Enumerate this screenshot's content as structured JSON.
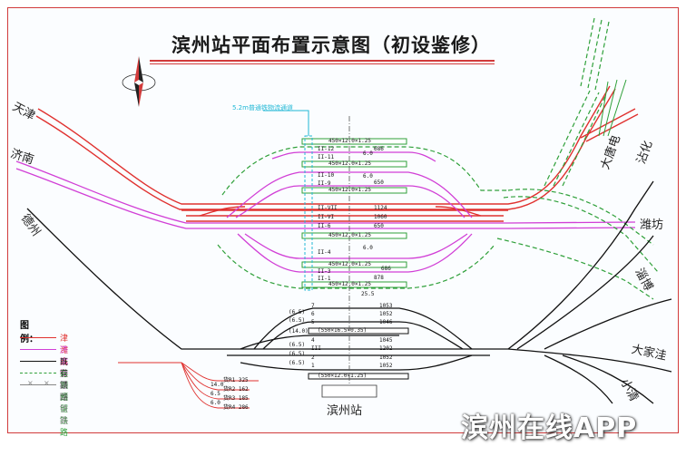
{
  "title": "滨州站平面布置示意图（初设鉴修）",
  "station_name": "滨州站",
  "freight_channel_label": "5.2m普通铁物流通道",
  "directions": {
    "tianjin": "天津",
    "jinan": "济南",
    "dezhou": "德州",
    "datanggang": "大唐电",
    "zhanhua": "沾化",
    "weifang": "潍坊",
    "zibo": "淄博",
    "dajiawa": "大家洼",
    "xiaoqing": "小清"
  },
  "legend": {
    "heading": "图例：",
    "items": [
      {
        "label": "津潍高铁",
        "color": "#e0312f",
        "style": "solid"
      },
      {
        "label": "济滨铁路",
        "color": "#d13fd6",
        "style": "solid"
      },
      {
        "label": "既有铁路",
        "color": "#111111",
        "style": "solid"
      },
      {
        "label": "远期预留铁路",
        "color": "#2fa03a",
        "style": "dashed"
      },
      {
        "label": "拆除铁路",
        "color": "#888888",
        "style": "cross"
      }
    ]
  },
  "upper_tracks": [
    {
      "id": "II-12",
      "value": "686"
    },
    {
      "id": "II-11",
      "value": "6.0"
    },
    {
      "id": "II-10",
      "value": "650"
    },
    {
      "id": "II-9",
      "value": "6.0"
    },
    {
      "id": "II-VII",
      "value": "1124"
    },
    {
      "id": "II-VI",
      "value": "1060"
    },
    {
      "id": "II-6",
      "value": "650"
    },
    {
      "id": "II-4",
      "value": "6.0"
    },
    {
      "id": "II-3",
      "value": "686"
    },
    {
      "id": "II-1",
      "value": "878"
    }
  ],
  "upper_platforms": [
    "450×12.0×1.25",
    "450×12.0×1.25",
    "450×12.0×1.25",
    "450×12.0×1.25",
    "450×12.0×1.25",
    "450×12.0×1.25"
  ],
  "upper_spacing_note": "25.5",
  "lower_tracks": [
    {
      "id": "7",
      "value": "1053"
    },
    {
      "id": "6",
      "value": "1052"
    },
    {
      "id": "5",
      "value": "1046"
    },
    {
      "id": "4",
      "value": "1045"
    },
    {
      "id": "III",
      "value": "1202"
    },
    {
      "id": "2",
      "value": "1052"
    },
    {
      "id": "1",
      "value": "1052"
    }
  ],
  "lower_spacing": [
    "(6.5)",
    "(6.5)",
    "(14.0)",
    "(6.5)",
    "(6.5)",
    "(6.5)"
  ],
  "lower_platforms": [
    "(550×16.5×0.35)",
    "(550×12.0×1.25)"
  ],
  "freight_branches": [
    {
      "label": "货R1 325"
    },
    {
      "label": "货R2 162"
    },
    {
      "label": "货R3 185"
    },
    {
      "label": "货R4 286"
    }
  ],
  "freight_spacing": [
    "14.0",
    "6.5",
    "6.0"
  ]
}
